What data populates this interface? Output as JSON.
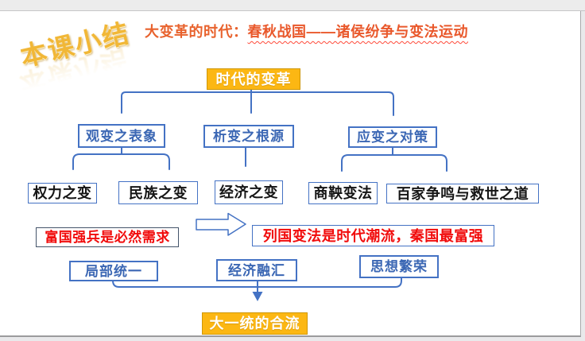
{
  "slide": {
    "badge": "本课小结",
    "title": {
      "lead": "大变革的时代：",
      "emph": "春秋战国——诸侯纷争与变法运动"
    },
    "root": "时代的变革",
    "aspects": [
      "观变之表象",
      "析变之根源",
      "应变之对策"
    ],
    "details": [
      "权力之变",
      "民族之变",
      "经济之变",
      "商鞅变法",
      "百家争鸣与救世之道"
    ],
    "cause": "富国强兵是必然需求",
    "effect": "列国变法是时代潮流，秦国最富强",
    "outcomes": [
      "局部统一",
      "经济融汇",
      "思想繁荣"
    ],
    "conclusion": "大一统的合流",
    "colors": {
      "accent_gold": "#fcb713",
      "line_blue": "#4472c4",
      "title_orange": "#e8622d",
      "text_red": "#f10b0b"
    }
  }
}
